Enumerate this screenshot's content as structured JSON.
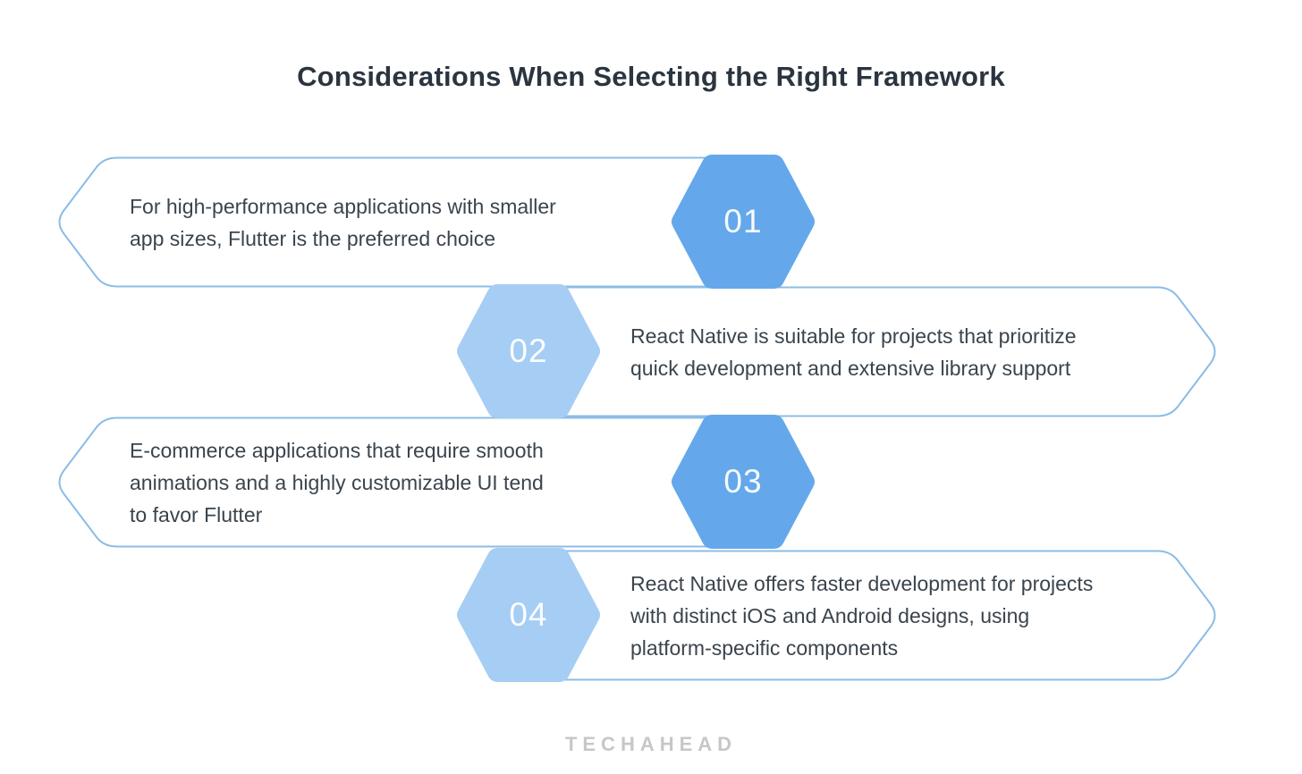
{
  "title": "Considerations When Selecting the Right Framework",
  "colors": {
    "hexagon_dark": "#64A8EB",
    "hexagon_light": "#A6CDF4",
    "banner_border": "#8CBCE6",
    "title_text": "#2A3540",
    "body_text": "#3A444D",
    "logo_gray": "#C7C7C7"
  },
  "steps": [
    {
      "number": "01",
      "variant": "dark",
      "side": "left",
      "text": "For high-performance applications with smaller\napp sizes, Flutter is the preferred choice"
    },
    {
      "number": "02",
      "variant": "light",
      "side": "right",
      "text": "React Native is suitable for projects that prioritize\nquick development and extensive library support"
    },
    {
      "number": "03",
      "variant": "dark",
      "side": "left",
      "text": "E-commerce applications that require smooth\nanimations and a highly customizable UI tend\nto favor Flutter"
    },
    {
      "number": "04",
      "variant": "light",
      "side": "right",
      "text": "React Native offers faster development for projects\nwith distinct iOS and Android designs, using\nplatform-specific components"
    }
  ],
  "footer": {
    "logo_text": "TECHAHEAD"
  }
}
